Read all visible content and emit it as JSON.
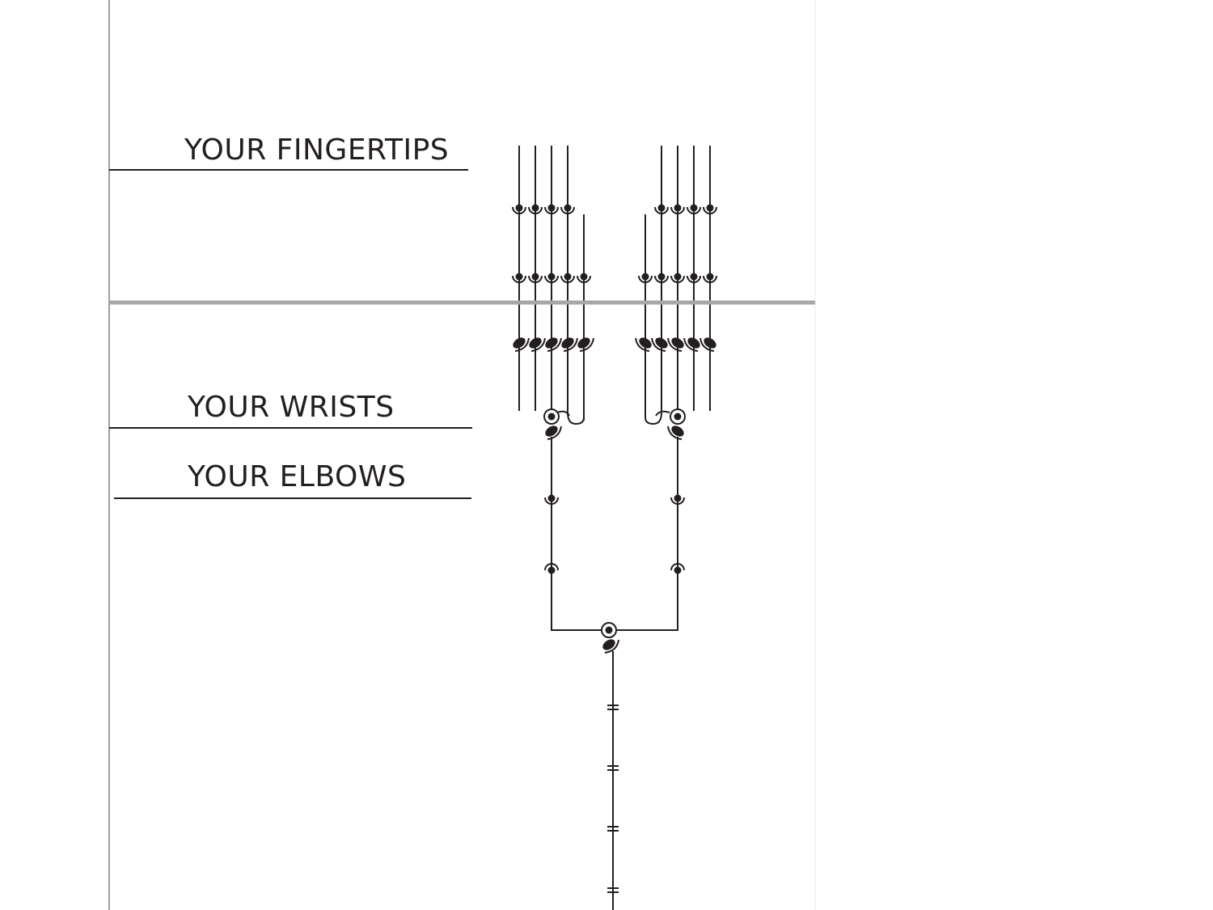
{
  "labels": {
    "fingertips": "YOUR FINGERTIPS",
    "wrists": "YOUR WRISTS",
    "elbows": "YOUR ELBOWS"
  },
  "colors": {
    "ink": "#231f20",
    "divider": "#a7a7a7",
    "margin_rule": "#9d9d9d",
    "page_edge": "#eeeeee"
  }
}
